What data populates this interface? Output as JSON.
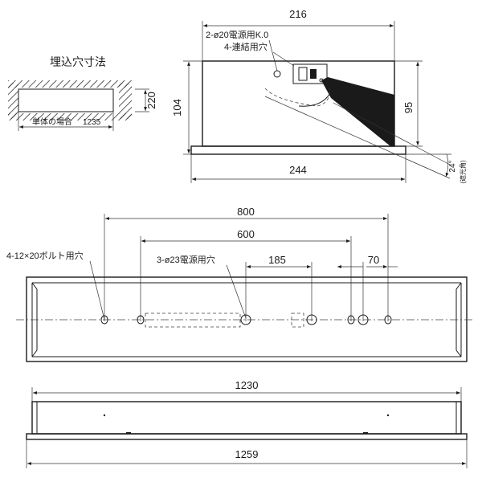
{
  "embed_section": {
    "title": "埋込穴寸法",
    "height_dim": "220",
    "width_label": "単体の場合",
    "width_dim": "1235"
  },
  "side_view": {
    "top_dim": "216",
    "bottom_dim": "244",
    "left_dim": "104",
    "right_dim": "95",
    "angle_dim": "24°",
    "angle_note": "(遮光角)",
    "note1": "2-ø20電源用K.0",
    "note2": "4-連結用穴"
  },
  "top_view": {
    "dim_800": "800",
    "dim_600": "600",
    "dim_185": "185",
    "dim_70": "70",
    "note_bolt": "4-12×20ボルト用穴",
    "note_power": "3-ø23電源用穴"
  },
  "front_view": {
    "dim_1230": "1230",
    "dim_1259": "1259"
  }
}
